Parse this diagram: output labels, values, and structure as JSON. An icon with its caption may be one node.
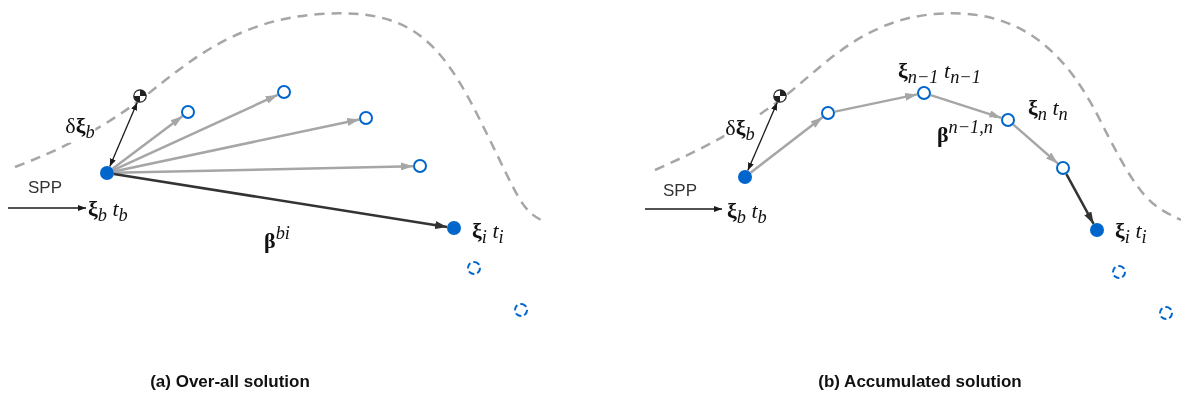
{
  "diagram": {
    "nodes": [
      {
        "text": [],
        "shape": "circle",
        "beside": [
          "**ξ**$_{b}$ *t*$_{b}$"
        ]
      },
      {
        "text": [],
        "shape": "circle"
      },
      {
        "text": [],
        "shape": "circle"
      },
      {
        "text": [],
        "shape": "circle"
      },
      {
        "text": [],
        "shape": "circle"
      },
      {
        "text": [],
        "shape": "circle"
      },
      {
        "text": [],
        "shape": "circle",
        "beside": [
          "**ξ**$_{i}$ *t*$_{i}$"
        ]
      },
      {
        "text": [],
        "shape": "circle"
      },
      {
        "text": [],
        "shape": "circle"
      },
      {
        "text": [],
        "shape": "circle",
        "beside": [
          "**ξ**$_{b}$ *t*$_{b}$"
        ]
      },
      {
        "text": [],
        "shape": "circle"
      },
      {
        "text": [],
        "shape": "circle"
      },
      {
        "text": [],
        "shape": "circle",
        "beside": [
          "**ξ**$_{n−1}$ *t*$_{n−1}$"
        ]
      },
      {
        "text": [],
        "shape": "circle",
        "beside": [
          "**ξ**$_{n}$ *t*$_{n}$"
        ]
      },
      {
        "text": [],
        "shape": "circle"
      },
      {
        "text": [],
        "shape": "circle",
        "beside": [
          "**ξ**$_{i}$ *t*$_{i}$"
        ]
      },
      {
        "text": [],
        "shape": "circle"
      },
      {
        "text": [],
        "shape": "circle"
      }
    ],
    "edges": [
      {
        "from": null,
        "to": 0,
        "arrow": "to",
        "label": "SPP",
        "color": "#1a1a1a"
      },
      {
        "from": 0,
        "to": 1,
        "arrow": "both",
        "label": "δ**ξ**$_{b}$",
        "color": "#1a1a1a"
      },
      {
        "from": 0,
        "to": 2,
        "arrow": "to"
      },
      {
        "from": 0,
        "to": 3,
        "arrow": "to"
      },
      {
        "from": 0,
        "to": 4,
        "arrow": "to"
      },
      {
        "from": 0,
        "to": 5,
        "arrow": "to"
      },
      {
        "from": 0,
        "to": 6,
        "arrow": "to",
        "label": "**β**$^{bi}$",
        "color": "#333333"
      },
      {
        "from": null,
        "to": 9,
        "arrow": "to",
        "label": "SPP",
        "color": "#1a1a1a"
      },
      {
        "from": 9,
        "to": 10,
        "arrow": "both",
        "label": "δ**ξ**$_{b}$",
        "color": "#1a1a1a"
      },
      {
        "from": 9,
        "to": 11,
        "arrow": "to"
      },
      {
        "from": 11,
        "to": 12,
        "arrow": "to"
      },
      {
        "from": 12,
        "to": 13,
        "arrow": "to",
        "label": "**β**$^{n−1,n}$"
      },
      {
        "from": 13,
        "to": 14,
        "arrow": "to"
      },
      {
        "from": 14,
        "to": 15,
        "arrow": "to",
        "color": "#333333"
      }
    ],
    "labels": [
      "(a) Over-all solution",
      "(b) Accumulated solution"
    ]
  }
}
